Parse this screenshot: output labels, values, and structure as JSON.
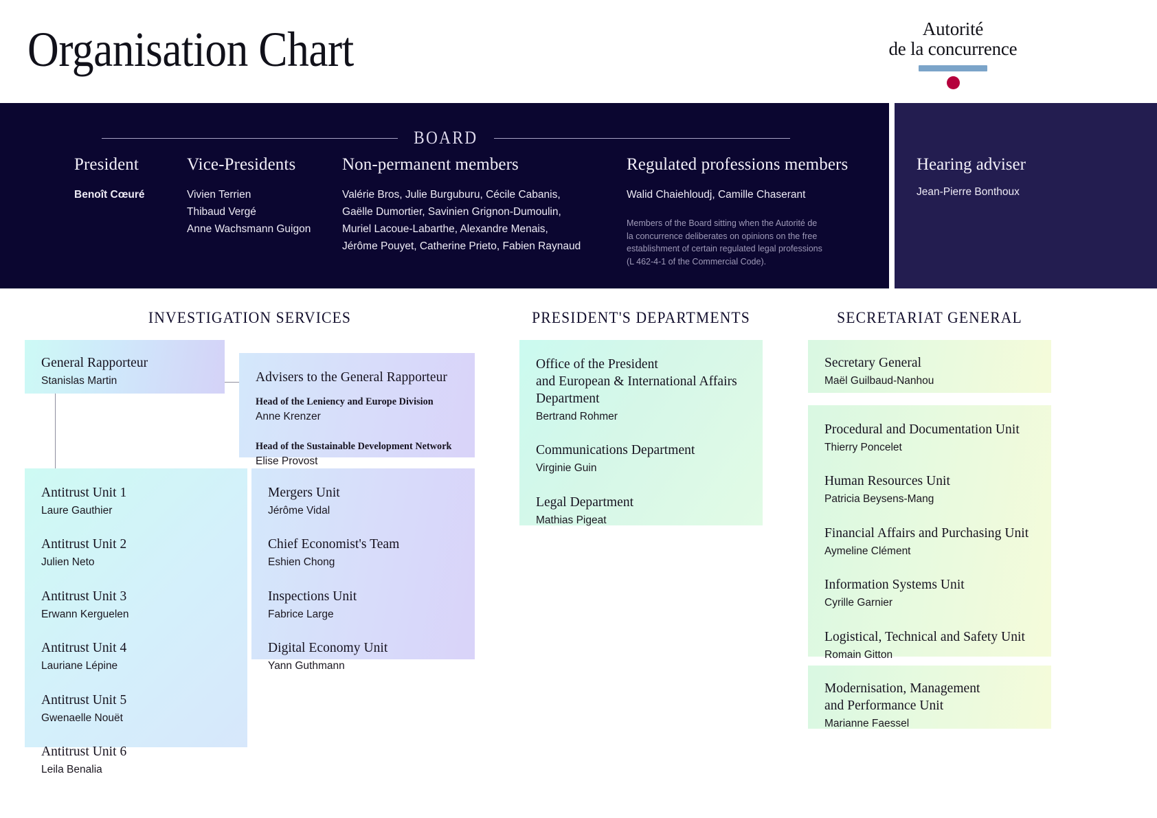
{
  "header": {
    "title": "Organisation Chart",
    "logo": {
      "line1": "Autorité",
      "line2": "de la concurrence"
    }
  },
  "board": {
    "label": "BOARD",
    "columns": {
      "president": {
        "title": "President",
        "names": "Benoît Cœuré"
      },
      "vice_presidents": {
        "title": "Vice-Presidents",
        "names": "Vivien Terrien\nThibaud Vergé\nAnne Wachsmann Guigon"
      },
      "non_permanent": {
        "title": "Non-permanent members",
        "names": "Valérie Bros, Julie Burguburu, Cécile Cabanis,\nGaëlle Dumortier, Savinien Grignon-Dumoulin,\nMuriel Lacoue-Labarthe, Alexandre Menais,\nJérôme Pouyet, Catherine Prieto, Fabien Raynaud"
      },
      "regulated": {
        "title": "Regulated professions members",
        "names": "Walid Chaiehloudj, Camille Chaserant",
        "note": "Members of the Board sitting when the Autorité de la concurrence deliberates on opinions on the free establishment of certain regulated legal professions (L 462-4-1 of the Commercial Code)."
      }
    },
    "hearing_adviser": {
      "title": "Hearing adviser",
      "name": "Jean-Pierre Bonthoux"
    }
  },
  "sections": {
    "investigation": {
      "heading": "INVESTIGATION SERVICES",
      "general_rapporteur": {
        "role": "General Rapporteur",
        "person": "Stanislas Martin"
      },
      "advisers": {
        "role": "Advisers to the General Rapporteur",
        "entries": [
          {
            "subrole": "Head of the Leniency and Europe Division",
            "person": "Anne Krenzer"
          },
          {
            "subrole": "Head of the Sustainable Development Network",
            "person": "Elise Provost"
          }
        ]
      },
      "antitrust_units": [
        {
          "role": "Antitrust Unit 1",
          "person": "Laure Gauthier"
        },
        {
          "role": "Antitrust Unit 2",
          "person": "Julien Neto"
        },
        {
          "role": "Antitrust Unit 3",
          "person": "Erwann Kerguelen"
        },
        {
          "role": "Antitrust Unit 4",
          "person": "Lauriane Lépine"
        },
        {
          "role": "Antitrust Unit 5",
          "person": "Gwenaelle Nouët"
        },
        {
          "role": "Antitrust Unit 6",
          "person": "Leila Benalia"
        }
      ],
      "other_units": [
        {
          "role": "Mergers Unit",
          "person": "Jérôme Vidal"
        },
        {
          "role": "Chief Economist's Team",
          "person": "Eshien Chong"
        },
        {
          "role": "Inspections Unit",
          "person": "Fabrice Large"
        },
        {
          "role": "Digital Economy Unit",
          "person": "Yann Guthmann"
        }
      ]
    },
    "president_departments": {
      "heading": "PRESIDENT'S DEPARTMENTS",
      "entries": [
        {
          "role": "Office of the President\nand European & International Affairs\nDepartment",
          "person": "Bertrand Rohmer"
        },
        {
          "role": "Communications Department",
          "person": "Virginie Guin"
        },
        {
          "role": "Legal Department",
          "person": "Mathias Pigeat"
        }
      ]
    },
    "secretariat": {
      "heading": "SECRETARIAT GENERAL",
      "secretary_general": {
        "role": "Secretary General",
        "person": "Maël Guilbaud-Nanhou"
      },
      "units": [
        {
          "role": "Procedural and Documentation Unit",
          "person": "Thierry Poncelet"
        },
        {
          "role": "Human Resources Unit",
          "person": "Patricia Beysens-Mang"
        },
        {
          "role": "Financial Affairs and Purchasing Unit",
          "person": "Aymeline Clément"
        },
        {
          "role": "Information Systems Unit",
          "person": "Cyrille Garnier"
        },
        {
          "role": "Logistical, Technical and Safety Unit",
          "person": "Romain Gitton"
        }
      ],
      "modernisation": {
        "role": "Modernisation, Management\nand Performance Unit",
        "person": "Marianne Faessel"
      }
    }
  },
  "colors": {
    "board_navy": "#0b0630",
    "board_side_navy": "#231d50",
    "logo_bar_blue": "#7ba4c9",
    "logo_dot_crimson": "#b5003c"
  }
}
